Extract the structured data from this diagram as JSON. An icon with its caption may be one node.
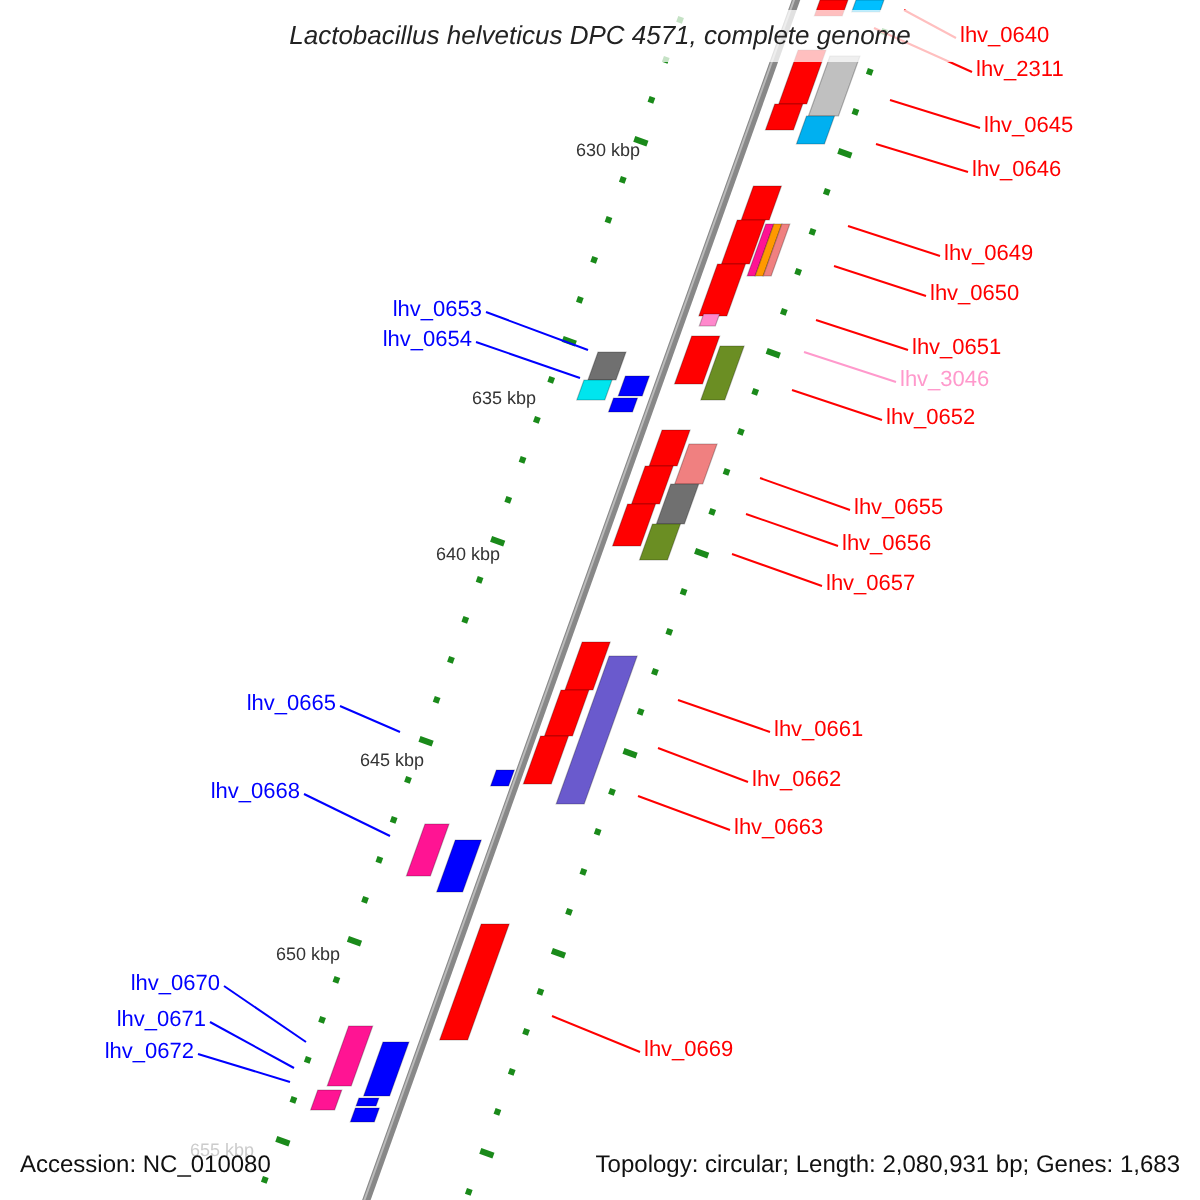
{
  "diagram": {
    "title": "Lactobacillus helveticus DPC 4571, complete genome",
    "nodes": [
      {
        "text": [
          "lhv_0640"
        ]
      },
      {
        "text": [
          "lhv_2311"
        ]
      },
      {
        "text": [
          "lhv_0645"
        ]
      },
      {
        "text": [
          "lhv_0646"
        ]
      },
      {
        "text": [
          "lhv_0649"
        ]
      },
      {
        "text": [
          "lhv_0650"
        ]
      },
      {
        "text": [
          "lhv_0653"
        ]
      },
      {
        "text": [
          "lhv_0654"
        ]
      },
      {
        "text": [
          "lhv_0651"
        ]
      },
      {
        "text": [
          "lhv_3046"
        ]
      },
      {
        "text": [
          "lhv_0652"
        ]
      },
      {
        "text": [
          "lhv_0655"
        ]
      },
      {
        "text": [
          "lhv_0656"
        ]
      },
      {
        "text": [
          "lhv_0657"
        ]
      },
      {
        "text": [
          "lhv_0665"
        ]
      },
      {
        "text": [
          "lhv_0661"
        ]
      },
      {
        "text": [
          "lhv_0662"
        ]
      },
      {
        "text": [
          "lhv_0668"
        ]
      },
      {
        "text": [
          "lhv_0663"
        ]
      },
      {
        "text": [
          "lhv_0670"
        ]
      },
      {
        "text": [
          "lhv_0671"
        ]
      },
      {
        "text": [
          "lhv_0669"
        ]
      },
      {
        "text": [
          "lhv_0672"
        ]
      }
    ],
    "edges": [
      {
        "from": 0,
        "to": null,
        "arrow": "none"
      },
      {
        "from": 1,
        "to": null,
        "arrow": "none"
      },
      {
        "from": 2,
        "to": null,
        "arrow": "none"
      },
      {
        "from": 3,
        "to": null,
        "arrow": "none"
      },
      {
        "from": 4,
        "to": null,
        "arrow": "none"
      },
      {
        "from": 5,
        "to": null,
        "arrow": "none"
      },
      {
        "from": 6,
        "to": null,
        "arrow": "none",
        "color": "#0000ff"
      },
      {
        "from": 7,
        "to": null,
        "arrow": "none",
        "color": "#0000ff"
      },
      {
        "from": 8,
        "to": null,
        "arrow": "none"
      },
      {
        "from": 9,
        "to": null,
        "arrow": "none",
        "color": "#ff99cc"
      },
      {
        "from": 10,
        "to": null,
        "arrow": "none"
      },
      {
        "from": 11,
        "to": null,
        "arrow": "none"
      },
      {
        "from": 12,
        "to": null,
        "arrow": "none"
      },
      {
        "from": 13,
        "to": null,
        "arrow": "none"
      },
      {
        "from": 14,
        "to": null,
        "arrow": "none",
        "color": "#0000ff"
      },
      {
        "from": 15,
        "to": null,
        "arrow": "none"
      },
      {
        "from": 16,
        "to": null,
        "arrow": "none"
      },
      {
        "from": 17,
        "to": null,
        "arrow": "none",
        "color": "#0000ff"
      },
      {
        "from": 18,
        "to": null,
        "arrow": "none"
      },
      {
        "from": 19,
        "to": null,
        "arrow": "none",
        "color": "#0000ff"
      },
      {
        "from": 20,
        "to": null,
        "arrow": "none",
        "color": "#0000ff"
      },
      {
        "from": 21,
        "to": null,
        "arrow": "none"
      },
      {
        "from": 22,
        "to": null,
        "arrow": "none",
        "color": "#0000ff"
      }
    ],
    "labels": [
      "630 kbp",
      "635 kbp",
      "640 kbp",
      "645 kbp",
      "650 kbp",
      "655 kbp",
      "Accession: NC_010080",
      "Topology: circular; Length: 2,080,931 bp; Genes: 1,683"
    ]
  }
}
